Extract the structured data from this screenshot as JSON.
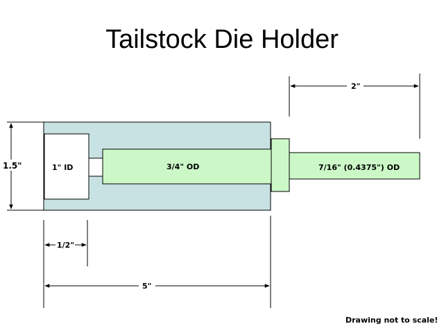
{
  "title": "Tailstock Die Holder",
  "labels": {
    "height": "1.5\"",
    "bore": "1\" ID",
    "shaft": "3/4\" OD",
    "stub": "7/16\" (0.4375\") OD",
    "stub_length": "2\"",
    "bore_depth": "1/2\"",
    "total_length": "5\""
  },
  "note": "Drawing not to scale!",
  "colors": {
    "body": "#c8e2e3",
    "shaft": "#ccf8c8",
    "bore": "#ffffff",
    "outline": "#000000"
  }
}
